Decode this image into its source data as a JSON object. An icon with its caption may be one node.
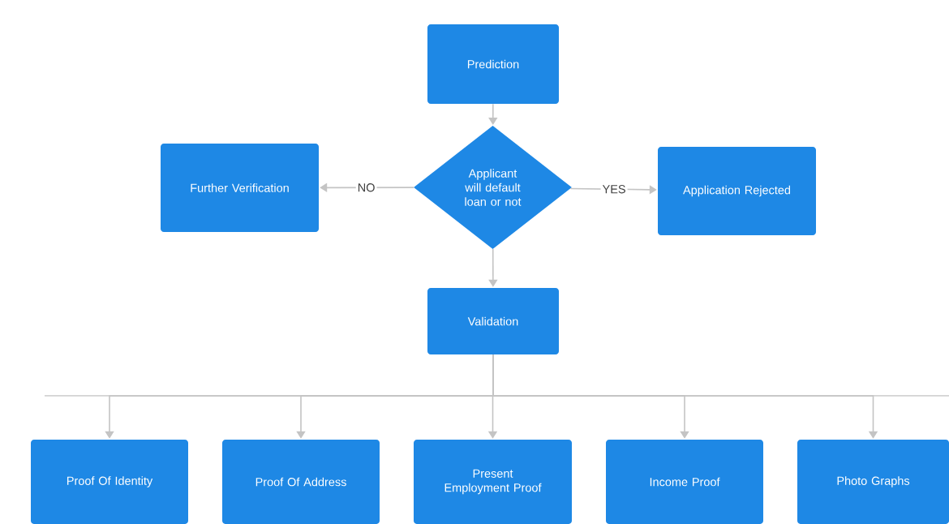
{
  "diagram": {
    "nodes": [
      {
        "text": [
          "Prediction"
        ]
      },
      {
        "text": [
          "Further Verification"
        ]
      },
      {
        "text": [
          "Applicant will default loan or not"
        ]
      },
      {
        "text": [
          "Application Rejected"
        ]
      },
      {
        "text": [
          "Validation"
        ]
      },
      {
        "text": [
          "Proof Of Identity"
        ]
      },
      {
        "text": [
          "Proof Of Address"
        ]
      },
      {
        "text": [
          "Present Employment Proof"
        ]
      },
      {
        "text": [
          "Income Proof"
        ]
      },
      {
        "text": [
          "Photo  Graphs"
        ]
      }
    ],
    "edges": [
      {
        "from": 0,
        "to": 2,
        "arrow": "to"
      },
      {
        "from": 2,
        "to": 1,
        "arrow": "to",
        "label": "NO"
      },
      {
        "from": 2,
        "to": 3,
        "arrow": "to",
        "label": "YES"
      },
      {
        "from": 2,
        "to": 4,
        "arrow": "to"
      },
      {
        "from": 4,
        "to": 5,
        "arrow": "to"
      },
      {
        "from": 4,
        "to": 6,
        "arrow": "to"
      },
      {
        "from": 4,
        "to": 7,
        "arrow": "to"
      },
      {
        "from": 4,
        "to": 8,
        "arrow": "to"
      },
      {
        "from": 4,
        "to": 9,
        "arrow": "to"
      }
    ]
  }
}
